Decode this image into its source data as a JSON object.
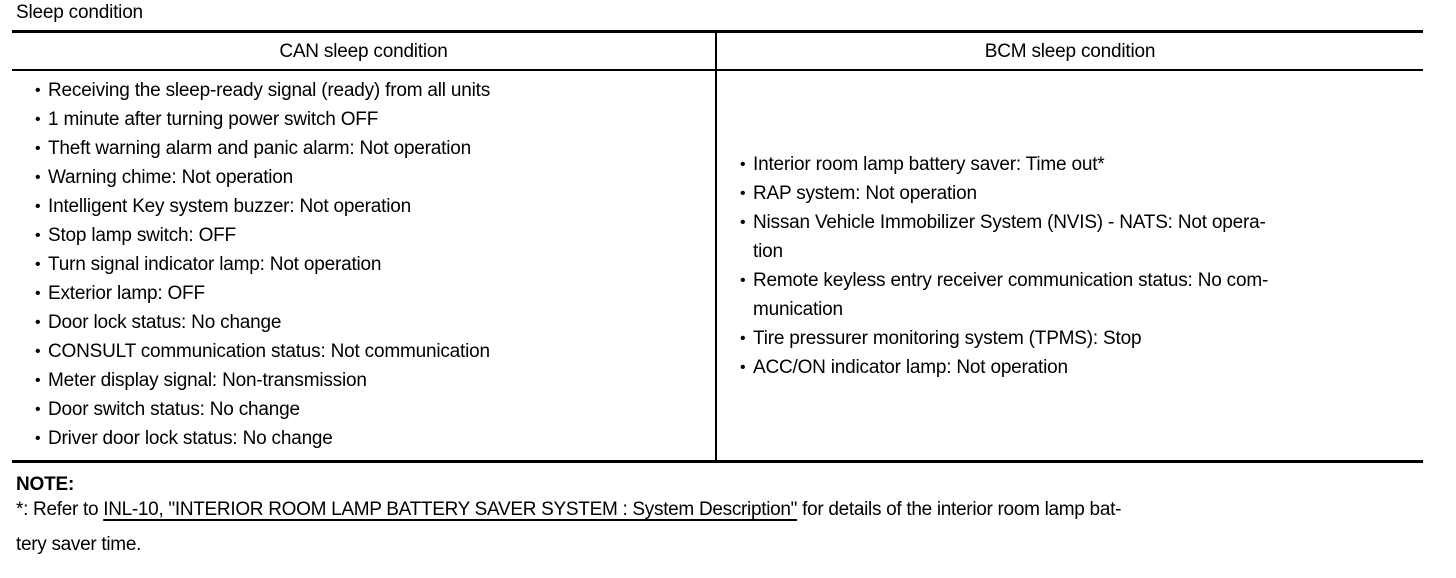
{
  "page": {
    "section_label": "Sleep condition",
    "bullet_glyph": "•"
  },
  "table": {
    "columns": [
      {
        "header": "CAN sleep condition"
      },
      {
        "header": "BCM sleep condition"
      }
    ],
    "can_items": [
      "Receiving the sleep-ready signal (ready) from all units",
      "1 minute after turning power switch OFF",
      "Theft warning alarm and panic alarm: Not operation",
      "Warning chime: Not operation",
      "Intelligent Key system buzzer: Not operation",
      "Stop lamp switch: OFF",
      "Turn signal indicator lamp: Not operation",
      "Exterior lamp: OFF",
      "Door lock status: No change",
      "CONSULT communication status: Not communication",
      "Meter display signal: Non-transmission",
      "Door switch status: No change",
      "Driver door lock status: No change"
    ],
    "bcm_items": [
      "Interior room lamp battery saver: Time out*",
      "RAP system: Not operation",
      "Nissan Vehicle Immobilizer System (NVIS) - NATS: Not opera-\ntion",
      "Remote keyless entry receiver communication status: No com-\nmunication",
      "Tire pressurer monitoring system (TPMS): Stop",
      "ACC/ON indicator lamp: Not operation"
    ]
  },
  "note": {
    "label": "NOTE:",
    "prefix": "*: Refer to ",
    "link_text": "INL-10, \"INTERIOR ROOM LAMP BATTERY SAVER SYSTEM : System Description\"",
    "suffix_line1": " for details of the interior room lamp bat-",
    "line2": "tery saver time."
  }
}
